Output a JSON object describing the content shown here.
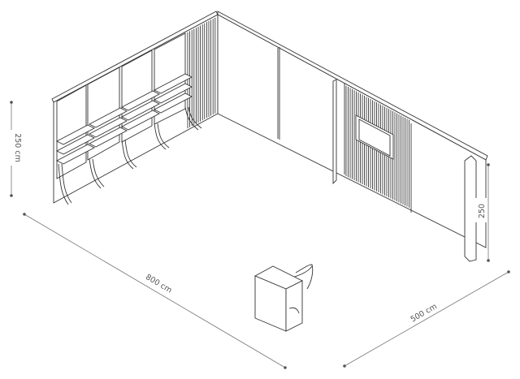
{
  "diagram": {
    "dimensions": {
      "left_height": "250 cm",
      "right_height": "250",
      "length": "800 cm",
      "depth": "500 cm"
    }
  }
}
